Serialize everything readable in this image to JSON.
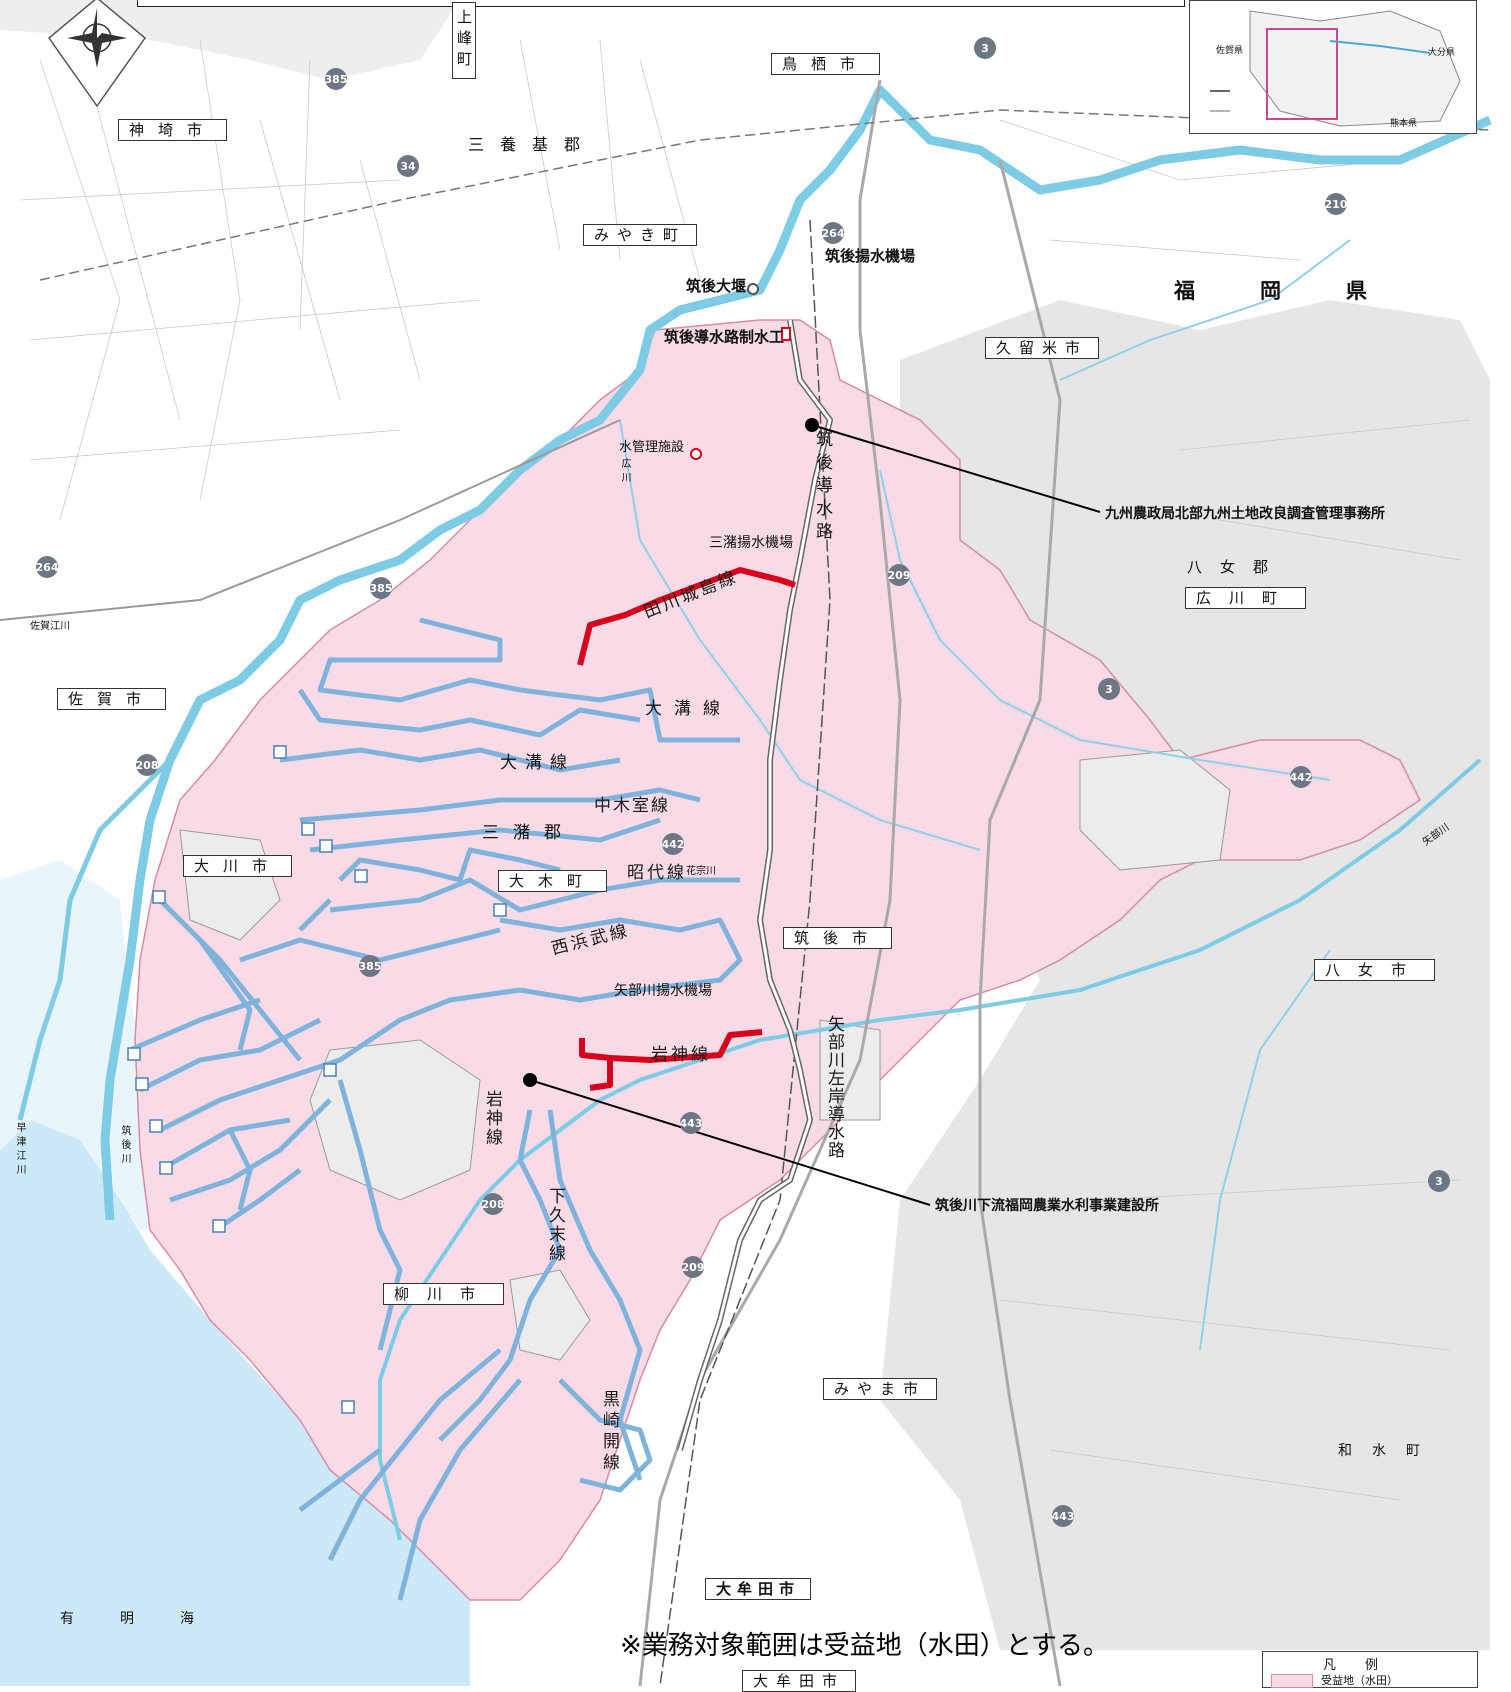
{
  "colors": {
    "benefit_area": "#f8dbe6",
    "benefit_edge": "#d98aa5",
    "river": "#7ecbe6",
    "sea": "#cbe9f6",
    "canal_blue": "#7fb3dc",
    "project_red": "#d8001c",
    "road": "#a9a9a9",
    "terrain": "#cfcfcf"
  },
  "icons": {
    "north": "compass-rose-icon",
    "drain_gate": "sluice-gate-icon",
    "office": "black-dot-icon"
  },
  "prefecture": "福　岡　県",
  "admin_labels": {
    "kamimine": "上峰町",
    "tosu": "鳥栖市",
    "kanzaki": "神埼市",
    "miyaki_gun": "三養基郡",
    "miyaki_cho": "みやき町",
    "kurume": "久留米市",
    "yame_gun": "八女郡",
    "hirokawa": "広川町",
    "saga": "佐賀市",
    "okawa": "大川市",
    "mizuma_gun": "三潴郡",
    "okimachi": "大木町",
    "chikugo": "筑後市",
    "yame": "八女市",
    "yanagawa": "柳川市",
    "miyama": "みやま市",
    "nagomi": "和水町",
    "omuta": "大牟田市",
    "bottom_city": "大牟田市"
  },
  "facilities": {
    "chikugo_pump": "筑後揚水機場",
    "chikugo_weir": "筑後大堰",
    "intake_control": "筑後導水路制水工",
    "water_mgmt": "水管理施設",
    "mizuma_pump": "三潴揚水機場",
    "yabe_pump": "矢部川揚水機場"
  },
  "canals": {
    "tagawa": "田川城島線",
    "omizo1": "大溝線",
    "omizo2": "大溝線",
    "nakakimuro": "中木室線",
    "shodai": "昭代線",
    "nishihama": "西浜武線",
    "iwagami": "岩神線",
    "iwagami_v": "岩神線",
    "shimokumi": "下久末線",
    "kurosaki": "黒崎開線",
    "chikugo_dosui": "筑後導水路",
    "yabe_dosui": "矢部川左岸導水路"
  },
  "rivers": {
    "chikugo_river": "筑後川",
    "hayatsue": "早津江川",
    "yabe_small": "矢部川",
    "sagae": "佐賀江川",
    "hiro": "広川",
    "hanamune": "花宗川"
  },
  "callouts": {
    "kyushu_office": "九州農政局北部九州土地改良調査管理事務所",
    "construction_office": "筑後川下流福岡農業水利事業建設所"
  },
  "sea": "有　　明　　海",
  "note": "※業務対象範囲は受益地（水田）とする。",
  "routes": [
    "3",
    "385",
    "34",
    "264",
    "210",
    "209",
    "385",
    "264",
    "3",
    "208",
    "442",
    "442",
    "385",
    "443",
    "208",
    "209",
    "3",
    "443"
  ],
  "inset": {
    "saga": "佐賀県",
    "oita": "大分県",
    "kumamoto": "熊本県"
  },
  "legend": {
    "title": "凡　例",
    "item": "受益地（水田）"
  }
}
